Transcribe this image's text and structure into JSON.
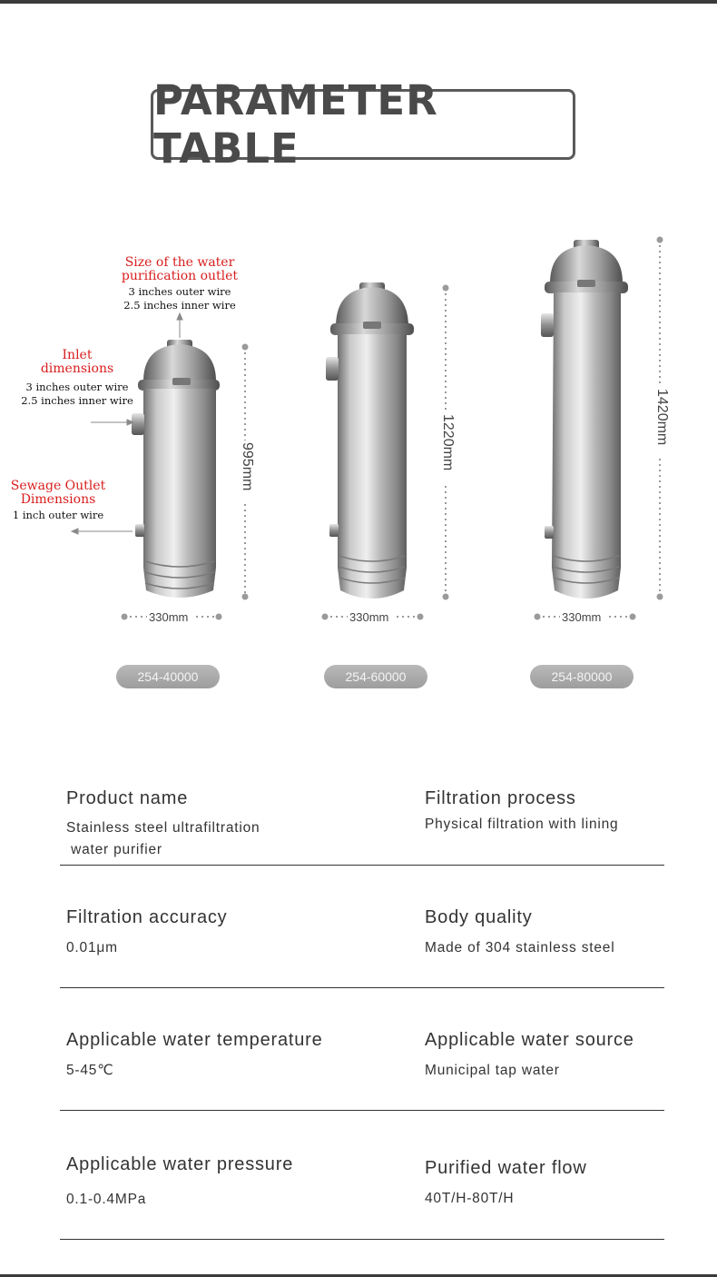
{
  "title": "PARAMETER TABLE",
  "annotations": {
    "outlet_title_1": "Size of the water",
    "outlet_title_2": "purification outlet",
    "outlet_spec_1": "3 inches outer wire",
    "outlet_spec_2": "2.5 inches inner wire",
    "inlet_title_1": "Inlet",
    "inlet_title_2": "dimensions",
    "inlet_spec_1": "3 inches outer wire",
    "inlet_spec_2": "2.5 inches inner wire",
    "sewage_title_1": "Sewage Outlet",
    "sewage_title_2": "Dimensions",
    "sewage_spec_1": "1 inch outer wire"
  },
  "models": [
    {
      "code": "254-40000",
      "height": "995mm",
      "width": "330mm",
      "height_value": 995
    },
    {
      "code": "254-60000",
      "height": "1220mm",
      "width": "330mm",
      "height_value": 1220
    },
    {
      "code": "254-80000",
      "height": "1420mm",
      "width": "330mm",
      "height_value": 1420
    }
  ],
  "params": [
    {
      "left_label": "Product name",
      "left_value_1": "Stainless steel ultrafiltration",
      "left_value_2": " water purifier",
      "right_label": "Filtration process",
      "right_value": "Physical filtration with lining"
    },
    {
      "left_label": "Filtration accuracy",
      "left_value_1": "0.01μm",
      "right_label": "Body quality",
      "right_value": "Made of 304 stainless steel"
    },
    {
      "left_label": "Applicable water temperature",
      "left_value_1": "5-45℃",
      "right_label": "Applicable water source",
      "right_value": "Municipal tap water"
    },
    {
      "left_label": "Applicable water pressure",
      "left_value_1": "0.1-0.4MPa",
      "right_label": "Purified water flow",
      "right_value": "40T/H-80T/H"
    }
  ],
  "colors": {
    "annotation_red": "#d81e1e",
    "pill": "#a9a9a9",
    "steel": "#b0b0b0"
  }
}
